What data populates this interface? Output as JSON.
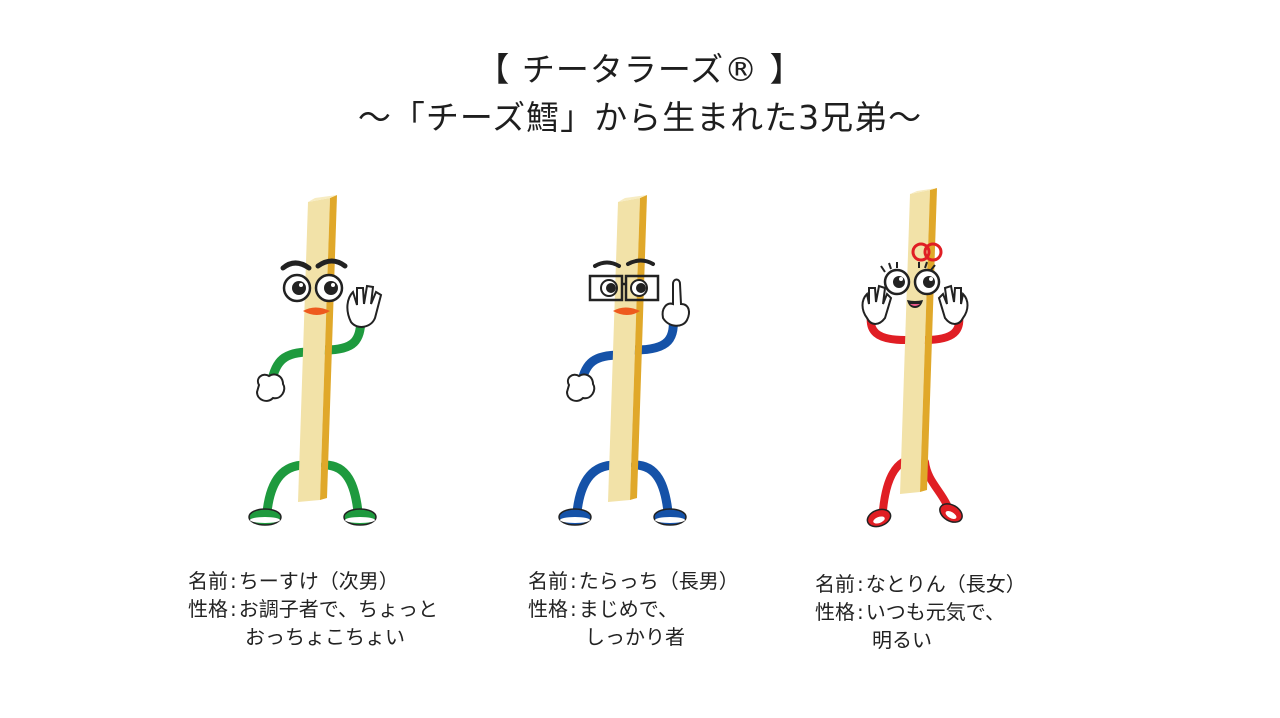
{
  "title": {
    "line1": "【 チータラーズ® 】",
    "line2": "～「チーズ鱈」から生まれた3兄弟～"
  },
  "colors": {
    "stick": "#f2e2a8",
    "stick_edge": "#e0a82a",
    "jisan": "#1e9a3e",
    "taracchi": "#1552a8",
    "natorin": "#e01e24"
  },
  "characters": [
    {
      "name_label": "名前",
      "name_value": "ちーすけ（次男）",
      "trait_label": "性格",
      "trait_line1": "お調子者で、ちょっと",
      "trait_line2": "おっちょこちょい"
    },
    {
      "name_label": "名前",
      "name_value": "たらっち（長男）",
      "trait_label": "性格",
      "trait_line1": "まじめで、",
      "trait_line2": "しっかり者"
    },
    {
      "name_label": "名前",
      "name_value": "なとりん（長女）",
      "trait_label": "性格",
      "trait_line1": "いつも元気で、",
      "trait_line2": "明るい"
    }
  ],
  "separator": ":"
}
